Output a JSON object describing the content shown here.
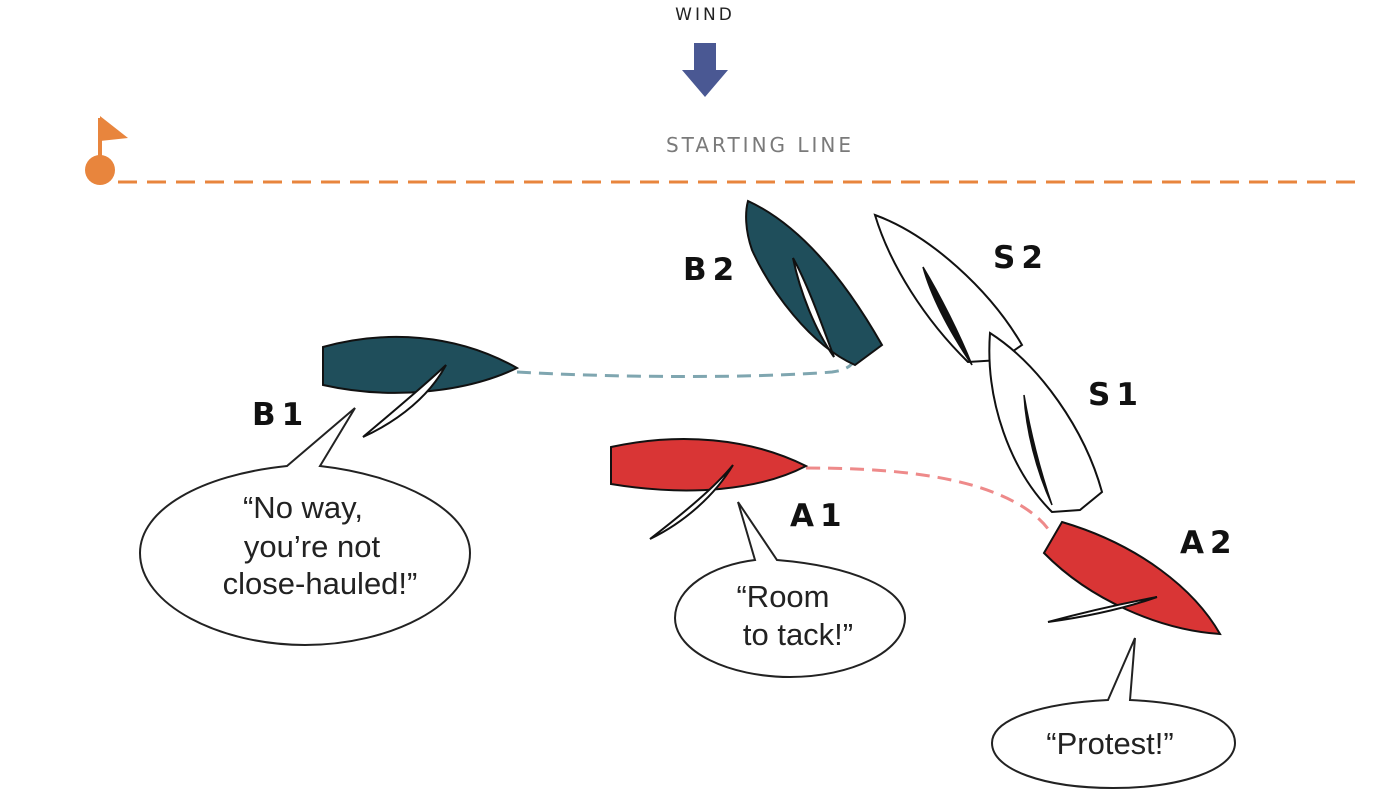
{
  "wind": {
    "label": "WIND",
    "color": "#4a5893"
  },
  "starting_line": {
    "label": "STARTING LINE",
    "color": "#e8853d"
  },
  "colors": {
    "blue_boat": "#1f4e5b",
    "red_boat": "#d93535",
    "white_boat": "#ffffff",
    "blue_track": "#7fa6b0",
    "red_track": "#ee8a8a"
  },
  "boats": {
    "b1": {
      "label": "B1"
    },
    "b2": {
      "label": "B2"
    },
    "s1": {
      "label": "S1"
    },
    "s2": {
      "label": "S2"
    },
    "a1": {
      "label": "A1"
    },
    "a2": {
      "label": "A2"
    }
  },
  "bubbles": {
    "b1": {
      "lines": [
        "“No way,",
        "you’re not",
        "close-hauled!”"
      ]
    },
    "a1": {
      "lines": [
        "“Room",
        "to tack!”"
      ]
    },
    "a2": {
      "lines": [
        "“Protest!”"
      ]
    }
  }
}
